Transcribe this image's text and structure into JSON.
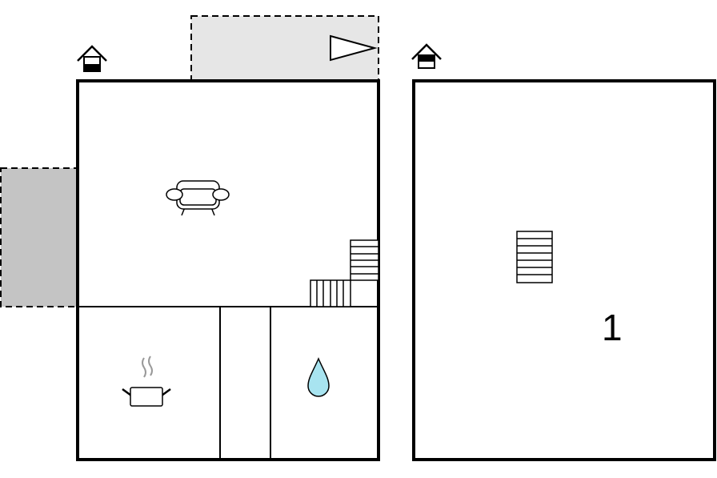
{
  "floor_plan": {
    "floors": [
      {
        "name": "ground-floor",
        "rooms": [
          "living-room",
          "kitchen",
          "hallway",
          "bathroom"
        ],
        "outdoor_areas": [
          "terrace-top",
          "terrace-left"
        ],
        "marker_icon": "house-floor-marker-ground-icon"
      },
      {
        "name": "first-floor",
        "rooms": [
          "open-room"
        ],
        "marker_icon": "house-floor-marker-upper-icon",
        "room_number": "1"
      }
    ],
    "icons": {
      "living": "sofa-icon",
      "kitchen": "cooking-pot-icon",
      "bathroom": "water-drop-icon",
      "stairs": "stairs-icon",
      "sun": "sun-direction-icon"
    },
    "colors": {
      "wall": "#000000",
      "terrace_light": "#e6e6e6",
      "terrace_dark": "#c4c4c4",
      "water": "#a8e4f0",
      "steam": "#999999"
    }
  }
}
